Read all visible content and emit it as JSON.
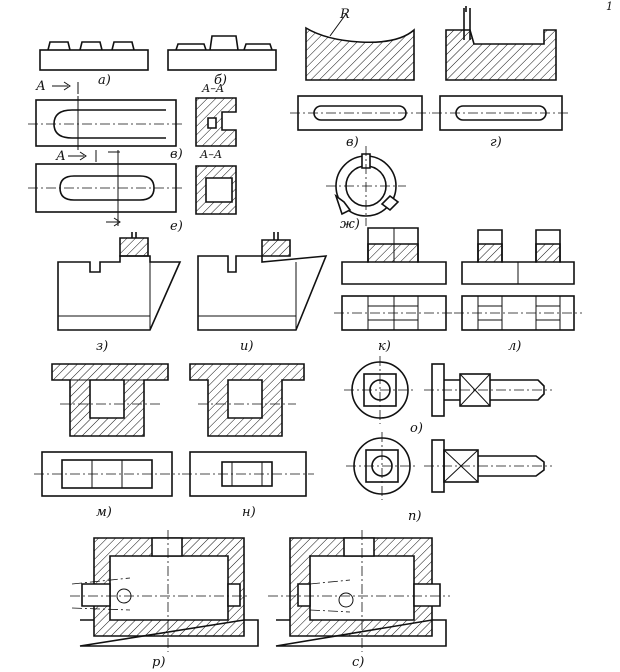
{
  "labels": {
    "a": "а)",
    "b": "б)",
    "v1": "в)",
    "v2": "в)",
    "g": "г)",
    "e": "е)",
    "zh": "ж)",
    "z": "з)",
    "i": "и)",
    "k": "к)",
    "l": "л)",
    "m": "м)",
    "n": "н)",
    "o": "о)",
    "p": "п)",
    "r": "р)",
    "s": "с)"
  },
  "callouts": {
    "radius": "R",
    "section_a": "А",
    "section_aa_1": "А–А",
    "section_aa_2": "А–А"
  },
  "page_mark": "1"
}
